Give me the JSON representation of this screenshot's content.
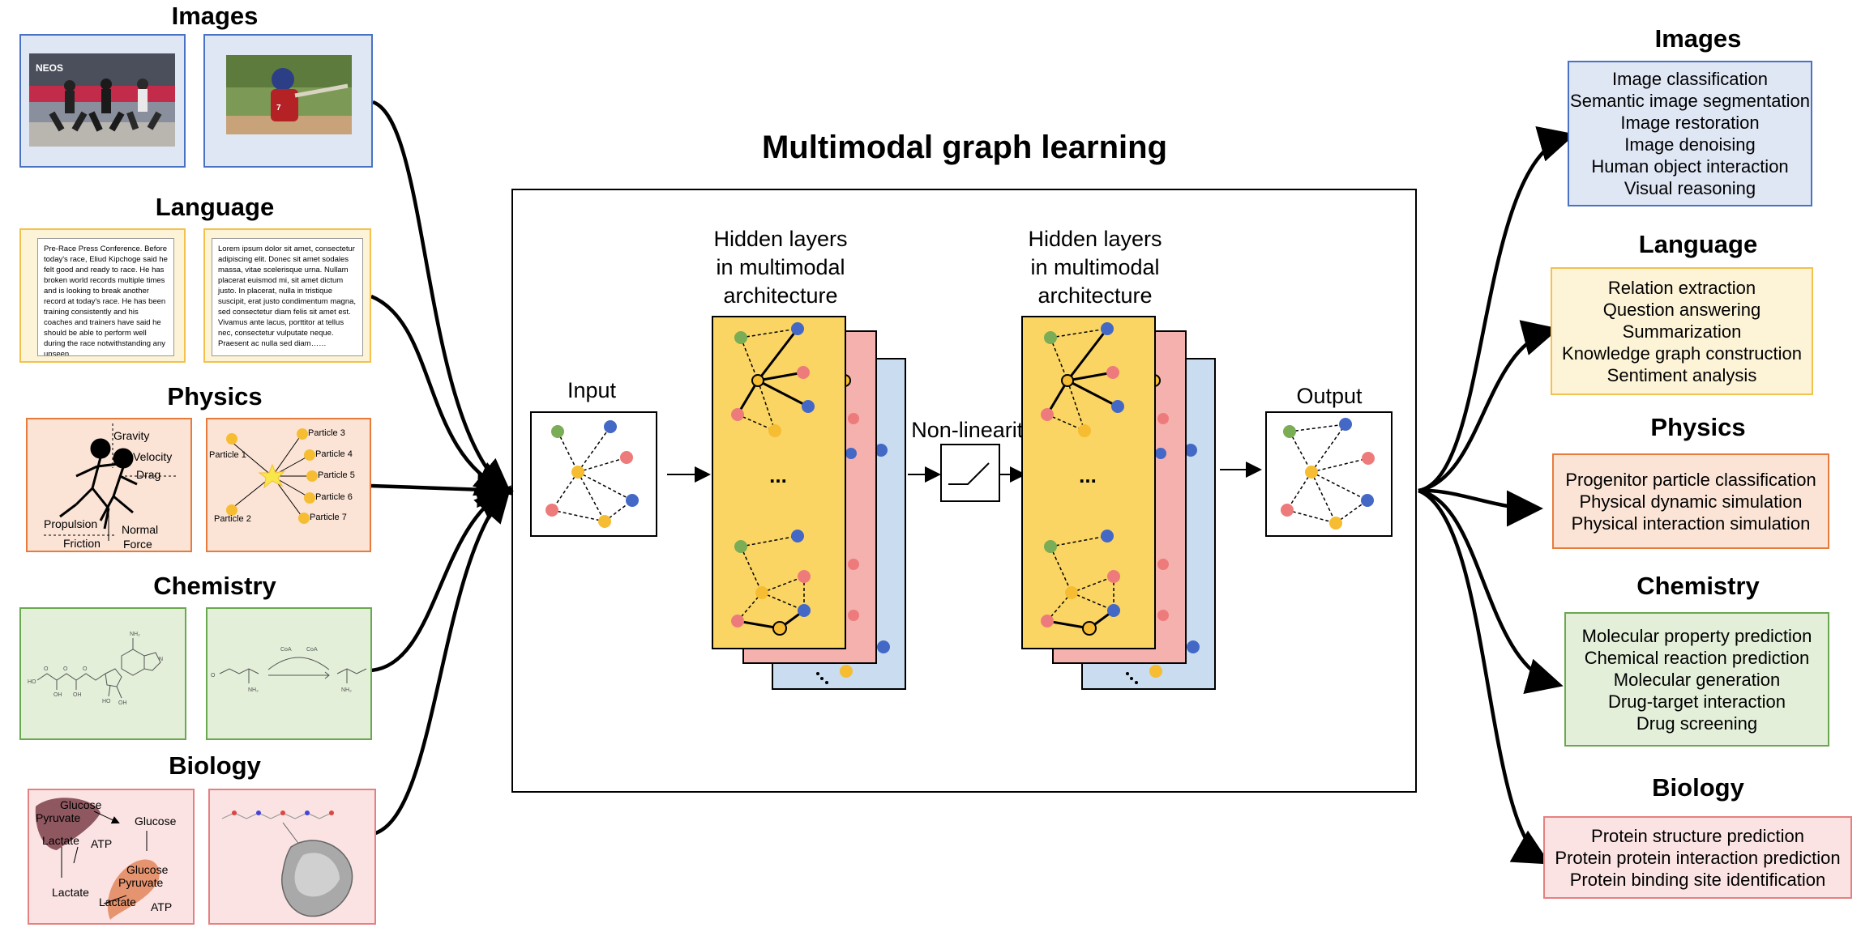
{
  "title": "Multimodal graph learning",
  "colors": {
    "images": {
      "border": "#4a72c4",
      "fill": "#dfe6f4"
    },
    "language": {
      "border": "#f2c14e",
      "fill": "#fdf3d6"
    },
    "physics": {
      "border": "#e67b3c",
      "fill": "#fbe4d6"
    },
    "chemistry": {
      "border": "#6aa84f",
      "fill": "#e3efd9"
    },
    "biology": {
      "border": "#e58080",
      "fill": "#fbe3e3"
    },
    "layer_yellow": "#fad564",
    "layer_pink": "#f4b1ad",
    "layer_blue": "#c9dcf0",
    "node_green": "#7aad55",
    "node_blue": "#4468c6",
    "node_pink": "#ee7b7b",
    "node_yellow": "#f6bd32"
  },
  "inputs": {
    "images": {
      "title": "Images"
    },
    "language": {
      "title": "Language",
      "text1": "Pre-Race Press Conference. Before today's race, Eliud Kipchoge said he felt good and ready to race. He has broken world records multiple times and is looking to break another record at today's race. He has been training consistently and his coaches and trainers have said he should be able to perform well during the race notwithstanding any unseen consequences…………………………",
      "text2": "Lorem ipsum dolor sit amet, consectetur adipiscing elit. Donec sit amet sodales massa, vitae scelerisque urna. Nullam placerat euismod mi, sit amet dictum justo. In placerat, nulla in tristique suscipit, erat justo condimentum magna, sed consectetur diam felis sit amet est. Vivamus ante lacus, porttitor at tellus nec, consectetur vulputate neque. Praesent ac nulla sed diam……"
    },
    "physics": {
      "title": "Physics",
      "forces": {
        "gravity": "Gravity",
        "velocity": "Velocity",
        "drag": "Drag",
        "propulsion": "Propulsion",
        "normal": "Normal",
        "force": "Force",
        "friction": "Friction"
      },
      "particles": [
        "Particle 1",
        "Particle 2",
        "Particle 3",
        "Particle 4",
        "Particle 5",
        "Particle 6",
        "Particle 7"
      ]
    },
    "chemistry": {
      "title": "Chemistry"
    },
    "biology": {
      "title": "Biology",
      "labels": {
        "glucose": "Glucose",
        "pyruvate": "Pyruvate",
        "lactate": "Lactate",
        "atp": "ATP"
      }
    }
  },
  "center": {
    "input_label": "Input",
    "hidden1_label": [
      "Hidden layers",
      "in multimodal",
      "architecture"
    ],
    "hidden2_label": [
      "Hidden layers",
      "in multimodal",
      "architecture"
    ],
    "nonlinearity_label": "Non-linearity",
    "output_label": "Output",
    "ellipsis": "..."
  },
  "outputs": {
    "images": {
      "title": "Images",
      "tasks": [
        "Image classification",
        "Semantic image segmentation",
        "Image restoration",
        "Image denoising",
        "Human object interaction",
        "Visual reasoning"
      ]
    },
    "language": {
      "title": "Language",
      "tasks": [
        "Relation extraction",
        "Question answering",
        "Summarization",
        "Knowledge graph construction",
        "Sentiment analysis"
      ]
    },
    "physics": {
      "title": "Physics",
      "tasks": [
        "Progenitor particle classification",
        "Physical dynamic simulation",
        "Physical interaction simulation"
      ]
    },
    "chemistry": {
      "title": "Chemistry",
      "tasks": [
        "Molecular property prediction",
        "Chemical reaction prediction",
        "Molecular generation",
        "Drug-target interaction",
        "Drug screening"
      ]
    },
    "biology": {
      "title": "Biology",
      "tasks": [
        "Protein structure prediction",
        "Protein protein interaction prediction",
        "Protein binding site identification"
      ]
    }
  }
}
